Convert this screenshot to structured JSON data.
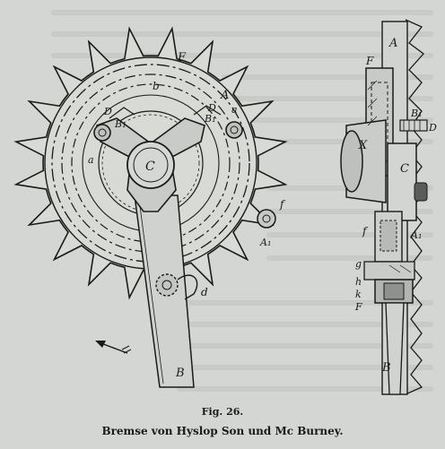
{
  "figure": {
    "number": "Fig. 26.",
    "caption": "Bremse von Hyslop Son und Mc Burney."
  },
  "front_labels": {
    "F_top": "F",
    "b": "b",
    "A": "A",
    "D_left": "D",
    "B1_left": "B₁",
    "a_left": "a",
    "D_right": "D",
    "B1_right": "B₁",
    "a_right": "a",
    "C": "C",
    "f": "f",
    "A1": "A₁",
    "d": "d",
    "B_bottom": "B"
  },
  "side_labels": {
    "A": "A",
    "F": "F",
    "B1": "B₁",
    "D": "D",
    "X": "X",
    "C": "C",
    "f": "f",
    "A1": "A₁",
    "g": "g",
    "h": "h",
    "k": "k",
    "F2": "F",
    "B": "B"
  }
}
